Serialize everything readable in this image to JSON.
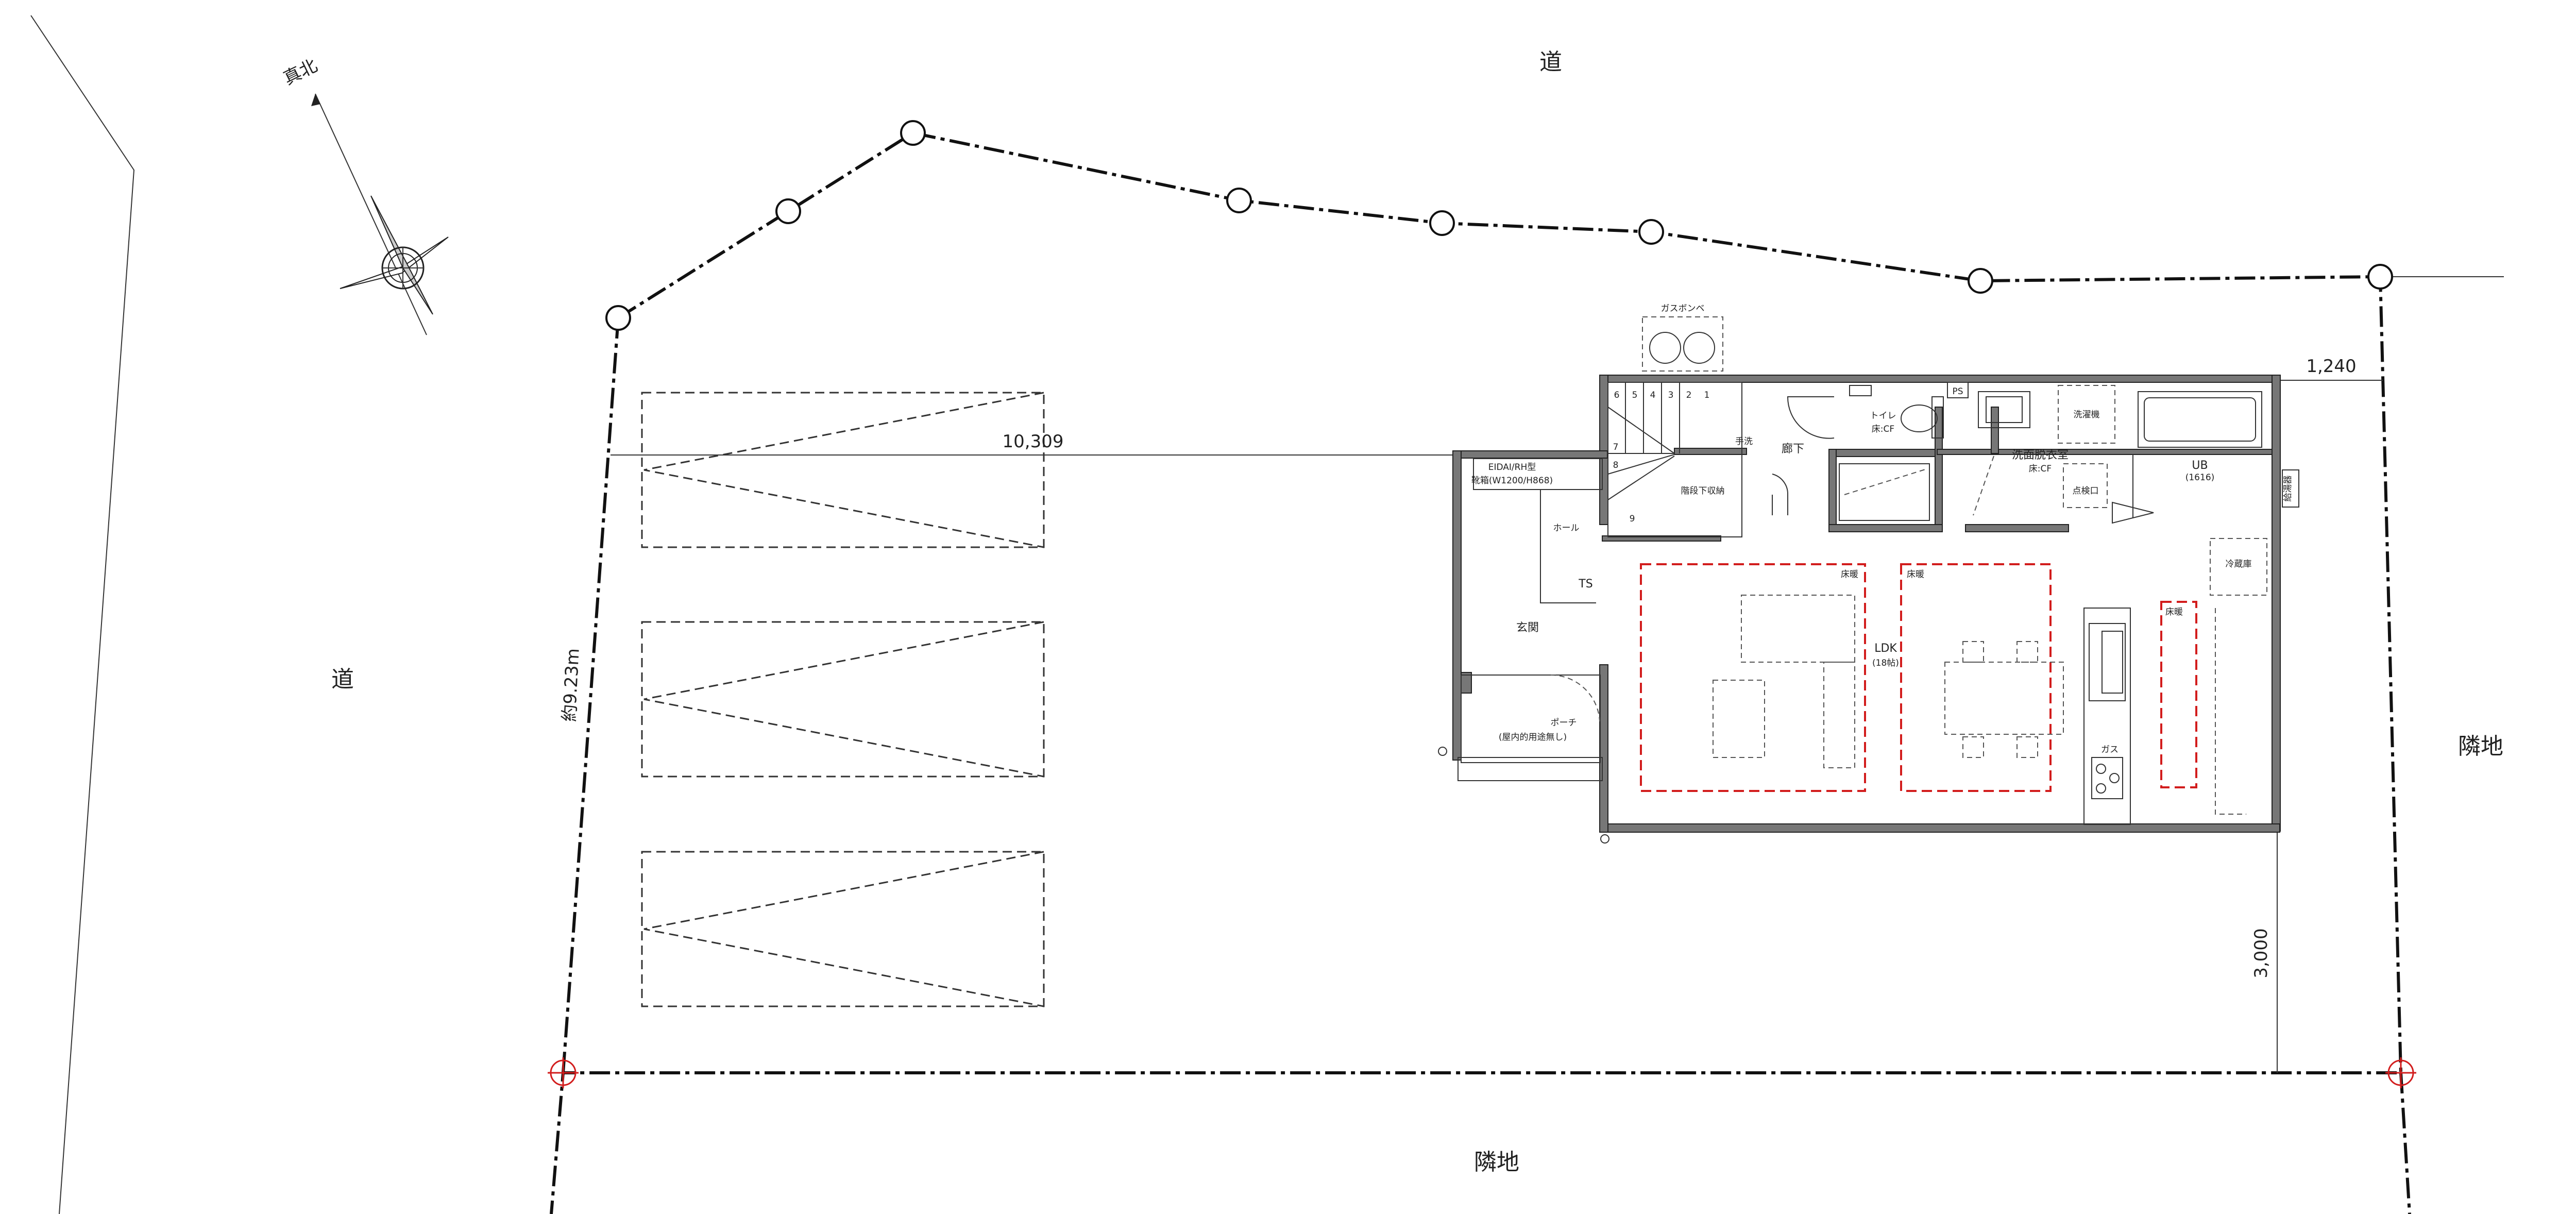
{
  "labels": {
    "road_top": "道",
    "road_left": "道",
    "neighbor_right": "隣地",
    "neighbor_bottom": "隣地",
    "true_north": "真北",
    "gas_cylinder": "ガスボンベ",
    "hall": "ホール",
    "ts": "TS",
    "genkan": "玄関",
    "porch": "ポーチ",
    "porch_note": "(屋内的用途無し)",
    "shoe_box_line1": "EIDAI/RH型",
    "shoe_box_line2": "靴箱(W1200/H868)",
    "corridor": "廊下",
    "understair": "階段下収納",
    "toilet": "トイレ",
    "toilet_floor": "床:CF",
    "washbasin": "手洗",
    "ps": "PS",
    "washroom": "洗面脱衣室",
    "washroom_floor": "床:CF",
    "washer": "洗濯機",
    "inspection": "点検口",
    "ub": "UB",
    "ub_size": "(1616)",
    "water_heater": "給湯器",
    "ldk": "LDK",
    "ldk_size": "(18帖)",
    "floor_heating_1": "床暖",
    "floor_heating_2": "床暖",
    "floor_heating_3": "床暖",
    "fridge": "冷蔵庫",
    "gas": "ガス"
  },
  "stair_steps": [
    "1",
    "2",
    "3",
    "4",
    "5",
    "6",
    "7",
    "8",
    "9"
  ],
  "dimensions": {
    "d1": "10,309",
    "d2": "1,240",
    "d3": "3,000",
    "d4": "約9.23m"
  },
  "colors": {
    "boundary": "#111111",
    "wall_fill": "#777777",
    "floor_heating": "#d21d1d"
  }
}
